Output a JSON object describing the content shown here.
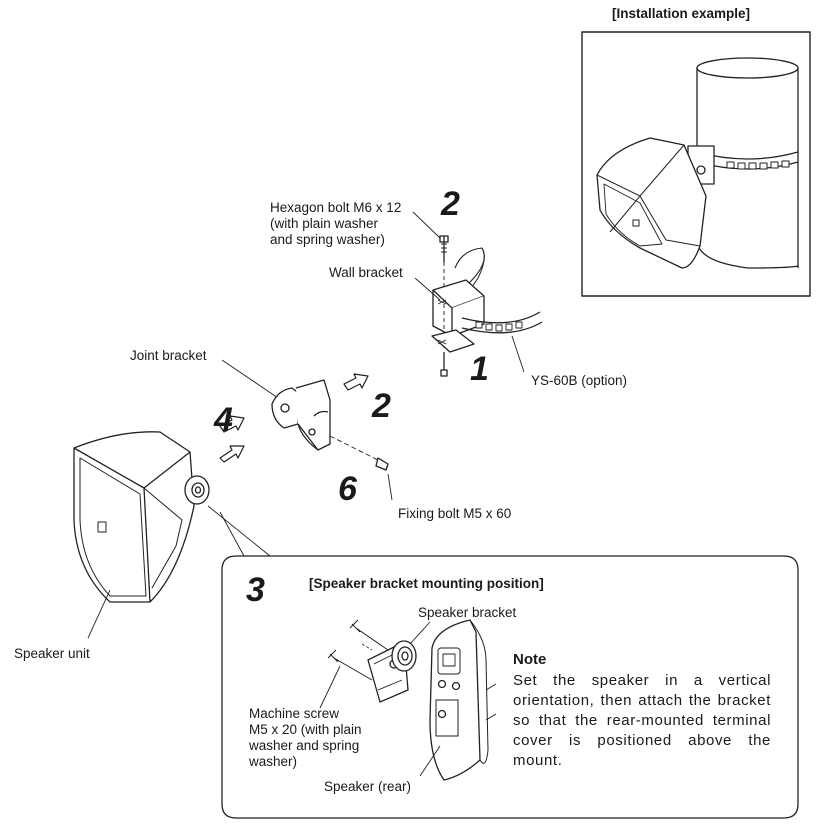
{
  "install_example": {
    "title": "[Installation example]"
  },
  "labels": {
    "hexagon_bolt": "Hexagon bolt M6 x 12\n(with plain washer\nand spring washer)",
    "wall_bracket": "Wall bracket",
    "ys60b": "YS-60B (option)",
    "joint_bracket": "Joint bracket",
    "fixing_bolt": "Fixing bolt M5 x 60",
    "speaker_unit": "Speaker unit"
  },
  "steps": {
    "s2_top": "2",
    "s1": "1",
    "s2_mid": "2",
    "s4": "4",
    "s6": "6",
    "s3": "3"
  },
  "detail": {
    "heading": "[Speaker bracket mounting position]",
    "speaker_bracket": "Speaker bracket",
    "machine_screw": "Machine screw\nM5 x 20 (with plain\nwasher and spring\nwasher)",
    "speaker_rear": "Speaker (rear)",
    "note_title": "Note",
    "note_text": "Set the speaker in a vertical orientation, then attach the bracket so that the rear-mounted terminal cover is positioned above the mount."
  }
}
